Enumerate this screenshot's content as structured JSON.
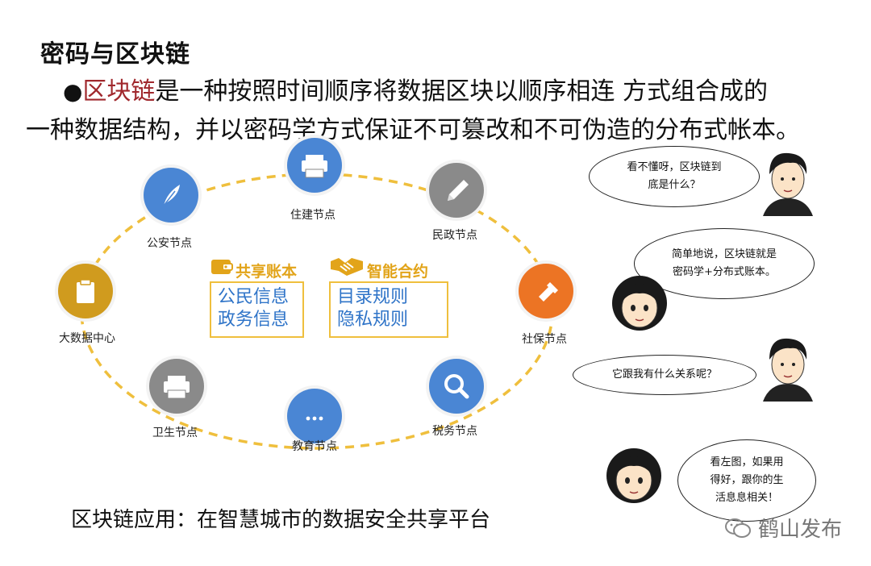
{
  "title": "密码与区块链",
  "definition": {
    "bullet": "●",
    "keyword": "区块链",
    "line1_rest": "是一种按照时间顺序将数据区块以顺序相连 方式组合成的",
    "line2": "一种数据结构，并以密码学方式保证不可篡改和不可伪造的分布式帐本。"
  },
  "nodes": [
    {
      "label": "住建节点",
      "icon": "printer-icon",
      "color": "#4a86d4"
    },
    {
      "label": "民政节点",
      "icon": "pencil-icon",
      "color": "#8a8a8a"
    },
    {
      "label": "社保节点",
      "icon": "flashlight-icon",
      "color": "#ec7424"
    },
    {
      "label": "税务节点",
      "icon": "search-icon",
      "color": "#4a86d4"
    },
    {
      "label": "教育节点",
      "icon": "ellipsis-icon",
      "color": "#4a86d4"
    },
    {
      "label": "卫生节点",
      "icon": "printer-icon",
      "color": "#8a8a8a"
    },
    {
      "label": "大数据中心",
      "icon": "clipboard-icon",
      "color": "#d09b1e"
    },
    {
      "label": "公安节点",
      "icon": "feather-icon",
      "color": "#4a86d4"
    }
  ],
  "ledger": {
    "heading": "共享账本",
    "icon": "wallet-icon",
    "items": [
      "公民信息",
      "政务信息"
    ]
  },
  "contract": {
    "heading": "智能合约",
    "icon": "handshake-icon",
    "items": [
      "目录规则",
      "隐私规则"
    ]
  },
  "dialogue": [
    {
      "speaker": "man",
      "line1": "看不懂呀，区块链到",
      "line2": "底是什么？",
      "line3": ""
    },
    {
      "speaker": "woman",
      "line1": "简单地说，区块链就是",
      "line2": "密码学+分布式账本。",
      "line3": ""
    },
    {
      "speaker": "man",
      "line1": "它跟我有什么关系呢？",
      "line2": "",
      "line3": ""
    },
    {
      "speaker": "woman",
      "line1": "看左图，如果用",
      "line2": "得好，跟你的生",
      "line3": "活息息相关！"
    }
  ],
  "caption": "区块链应用：在智慧城市的数据安全共享平台",
  "watermark": {
    "icon": "wechat-icon",
    "text": "鹤山发布"
  },
  "colors": {
    "accent_red": "#a0282d",
    "ring_gold": "#efbf3d",
    "panel_blue": "#2f74c8",
    "heading_gold": "#e2a41a"
  }
}
